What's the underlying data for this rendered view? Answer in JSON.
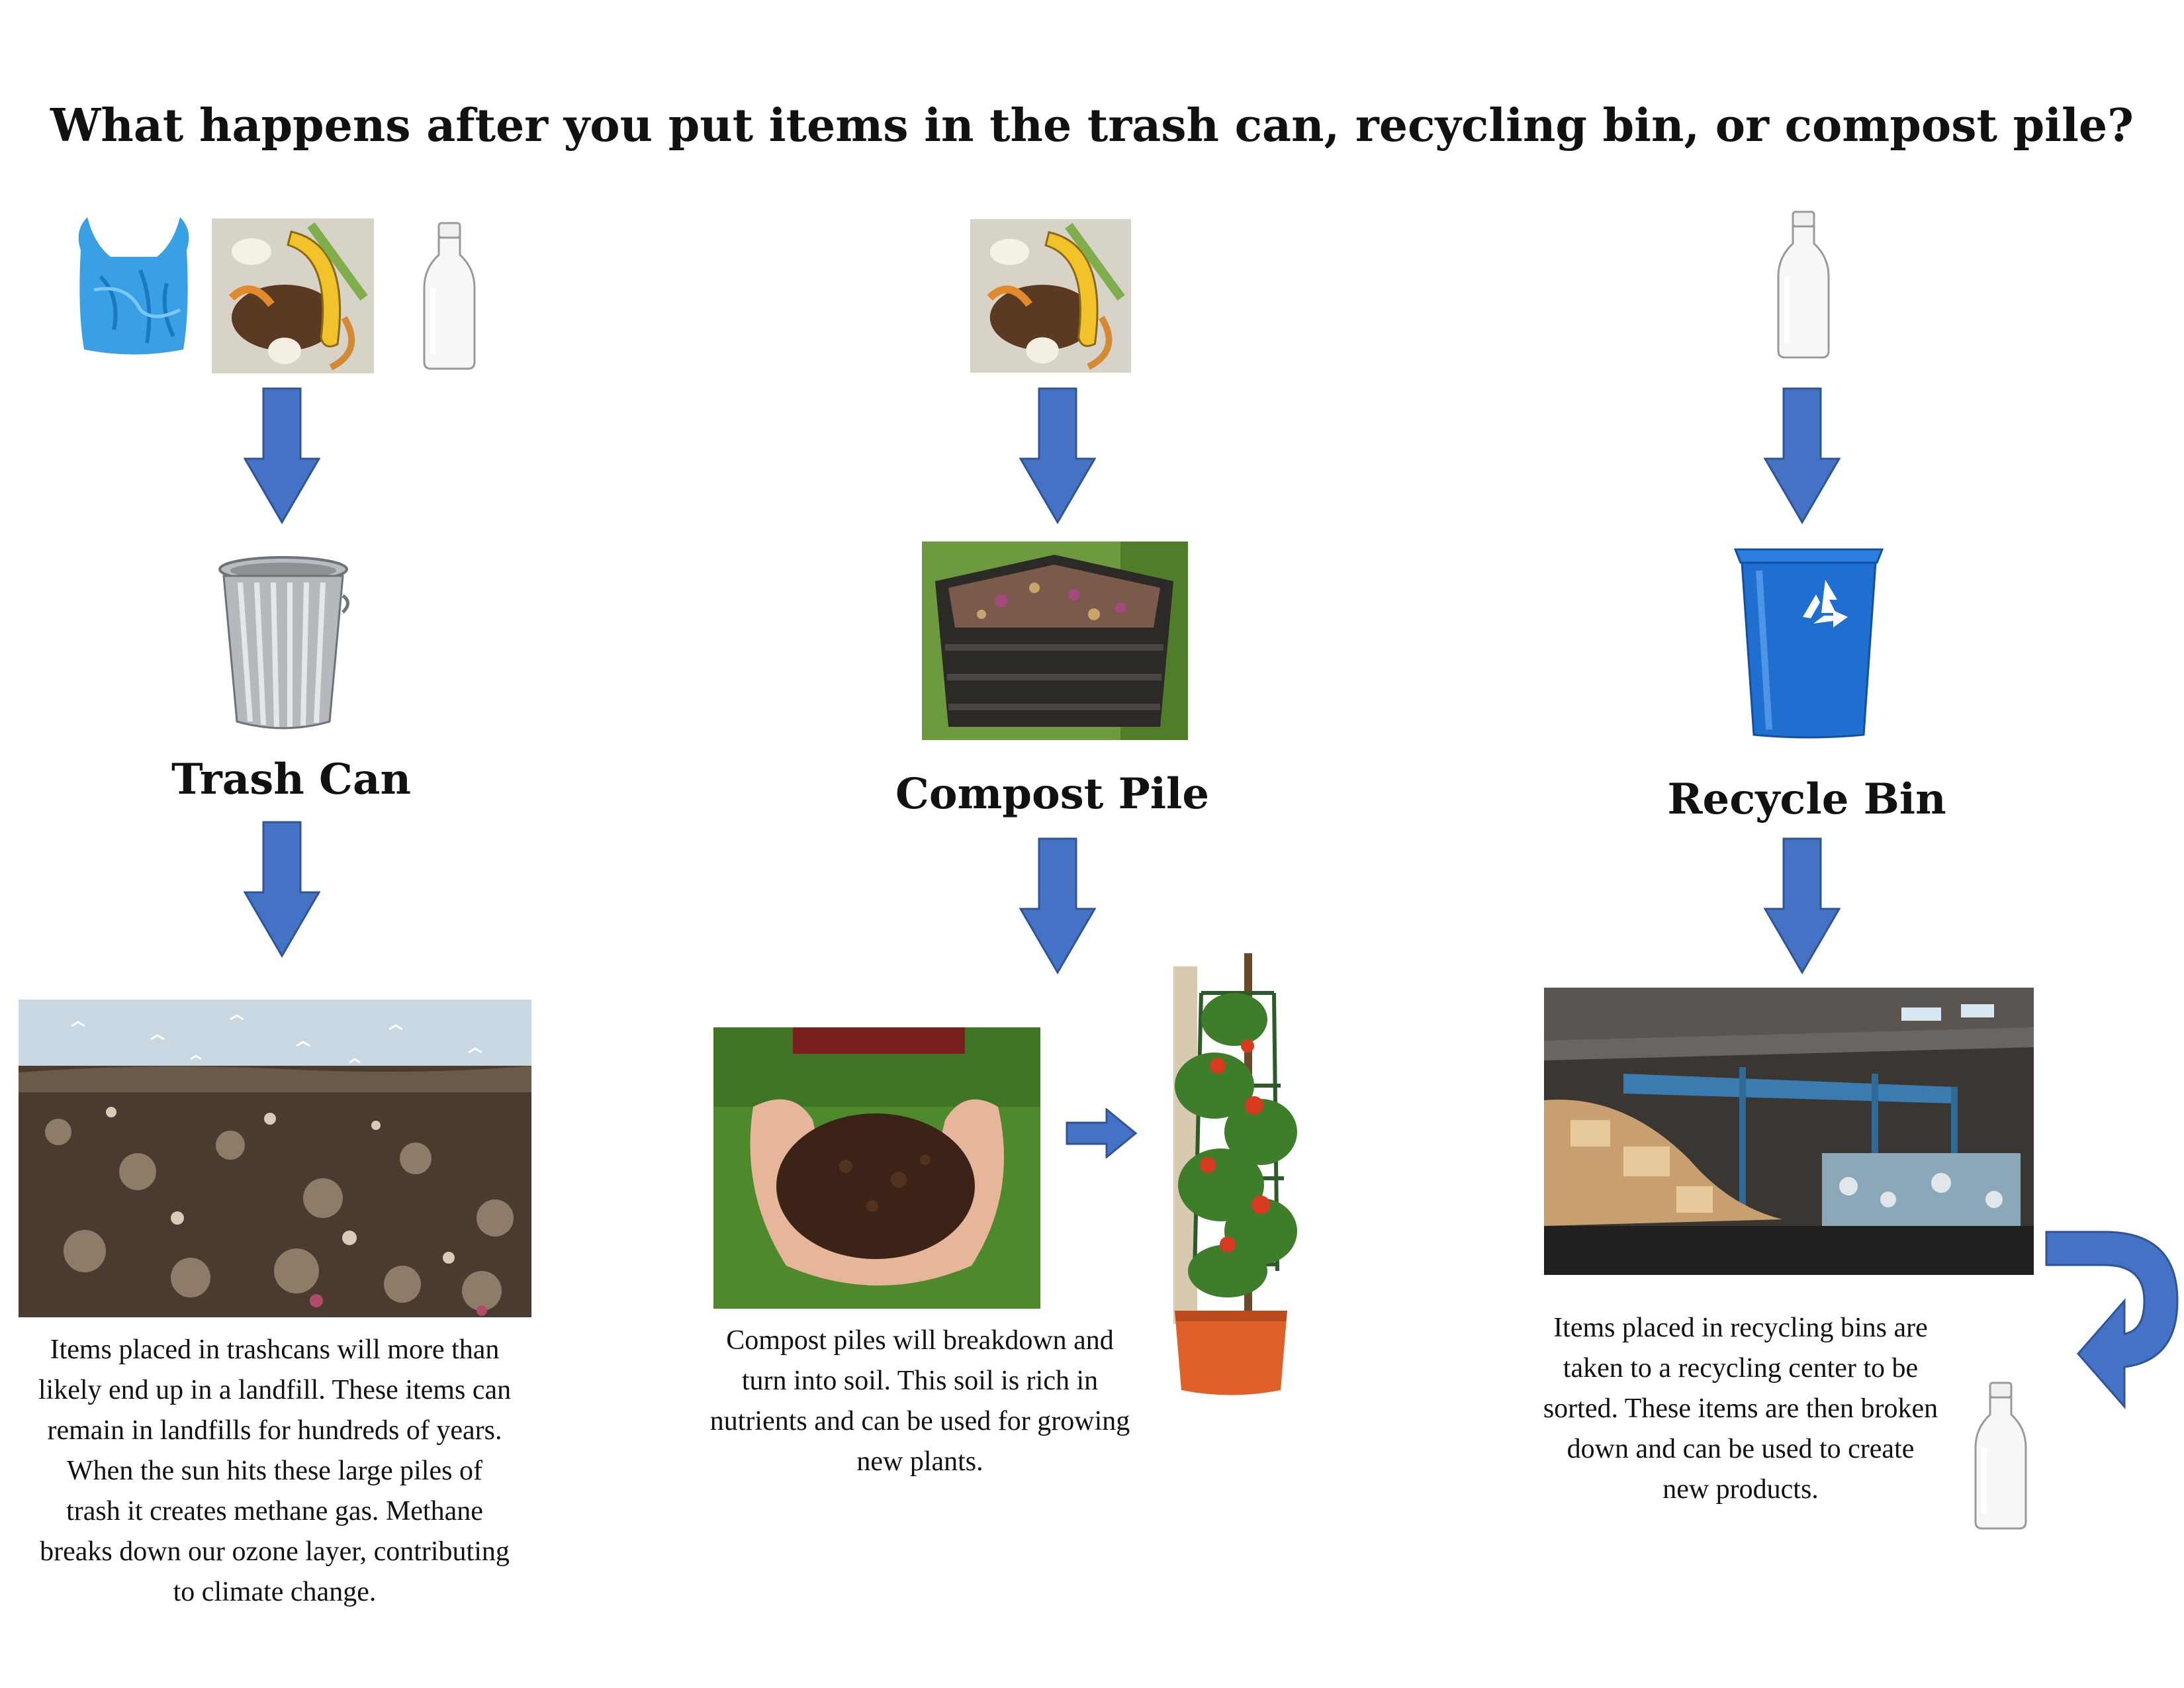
{
  "title": "What happens after you put items in the trash can, recycling bin, or compost pile?",
  "columns": {
    "trash": {
      "label": "Trash Can",
      "description": "Items placed in trashcans will more than likely end up in a landfill. These items can remain in landfills for hundreds of years. When the sun hits these large piles of trash it creates methane gas. Methane breaks down our ozone layer, contributing to climate change."
    },
    "compost": {
      "label": "Compost Pile",
      "description": "Compost piles will breakdown and turn into soil. This soil is rich in nutrients and can be used for growing new plants."
    },
    "recycle": {
      "label": "Recycle Bin",
      "description": "Items placed in recycling bins are taken to a recycling center to be sorted. These items are then broken down and can be used to create new products."
    }
  },
  "colors": {
    "arrow": "#4472c4",
    "arrow_outline": "#2f5597",
    "recycle_bin": "#1e6fd0"
  },
  "icons": [
    "plastic-bag-icon",
    "food-scraps-icon",
    "glass-bottle-icon",
    "down-arrow-icon",
    "trash-can-icon",
    "compost-bin-icon",
    "recycle-bin-icon",
    "recycle-symbol-icon",
    "landfill-image",
    "soil-in-hands-image",
    "right-arrow-icon",
    "tomato-plant-image",
    "recycling-center-image",
    "curved-arrow-icon"
  ]
}
